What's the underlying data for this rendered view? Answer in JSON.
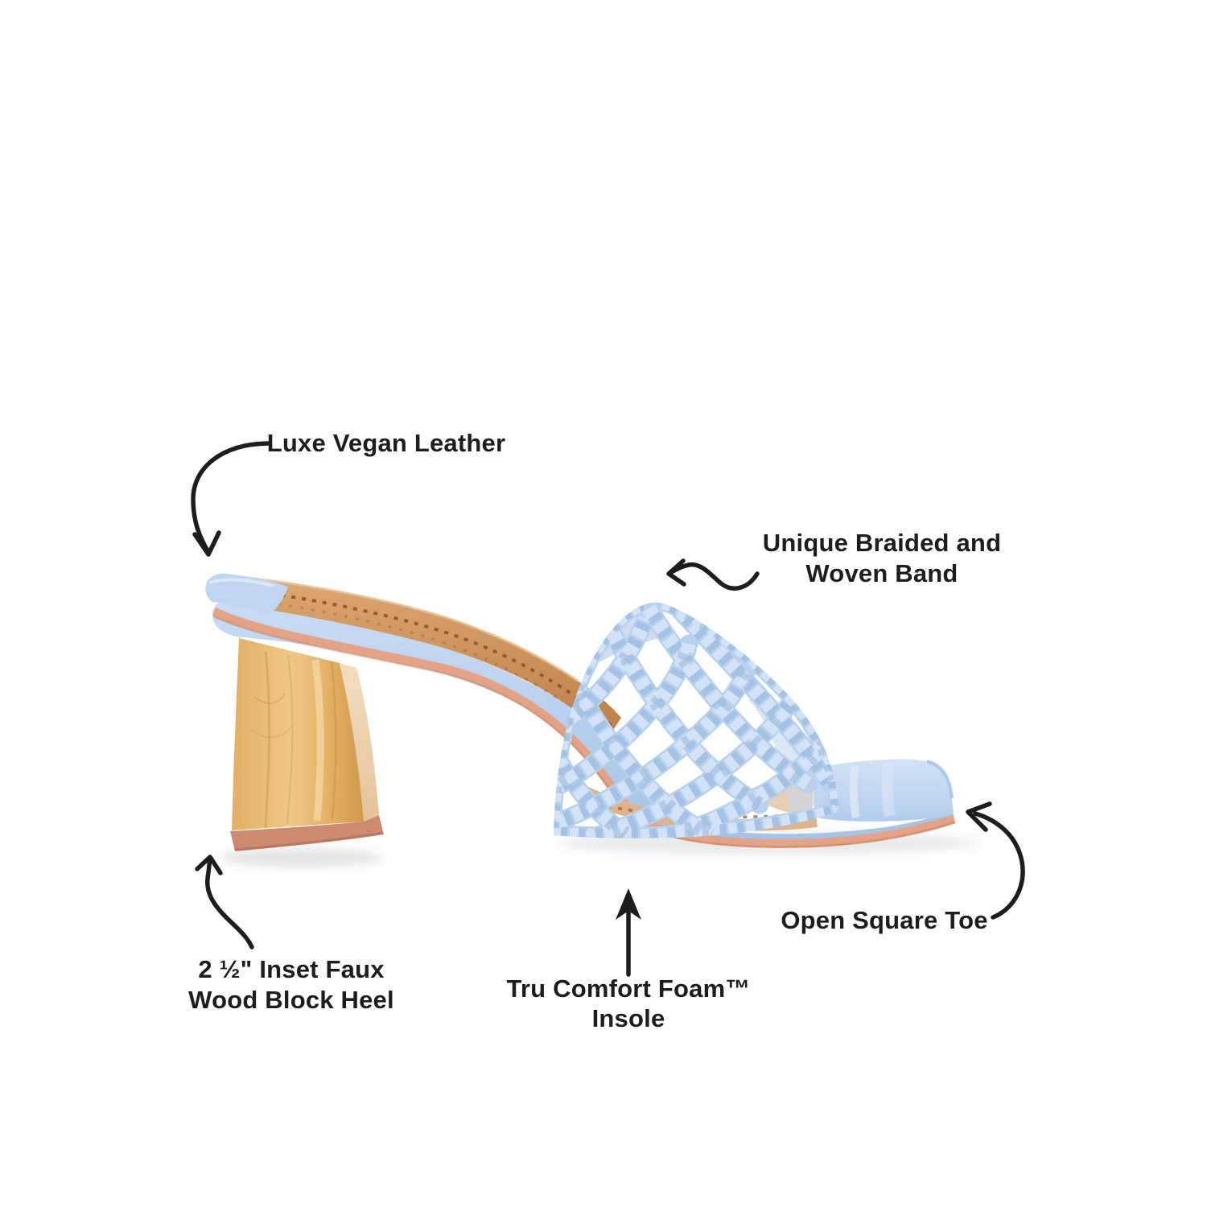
{
  "page": {
    "background": "#ffffff"
  },
  "product": {
    "description": "Light blue braided block-heel mule sandal, side view",
    "colors": {
      "leather_blue": "#b7d1ee",
      "leather_blue_light": "#d3e2f6",
      "leather_blue_shadow": "#8fb0d8",
      "wood_heel": "#e5b76e",
      "wood_heel_side": "#eed3b0",
      "heel_cap_pink": "#cd8a71",
      "sole_welt_pink": "#e4a386",
      "insole_tan": "#c98d59",
      "stitch_brown": "#8a5527",
      "arrow_ink": "#1d1d1b"
    }
  },
  "callouts": {
    "vegan_leather": {
      "label": "Luxe Vegan Leather"
    },
    "braided_band": {
      "line1": "Unique Braided and",
      "line2": "Woven Band"
    },
    "square_toe": {
      "label": "Open Square Toe"
    },
    "block_heel": {
      "line1": "2 ½\" Inset Faux",
      "line2": "Wood Block Heel"
    },
    "insole": {
      "line1": "Tru Comfort Foam™",
      "line2": "Insole"
    }
  }
}
